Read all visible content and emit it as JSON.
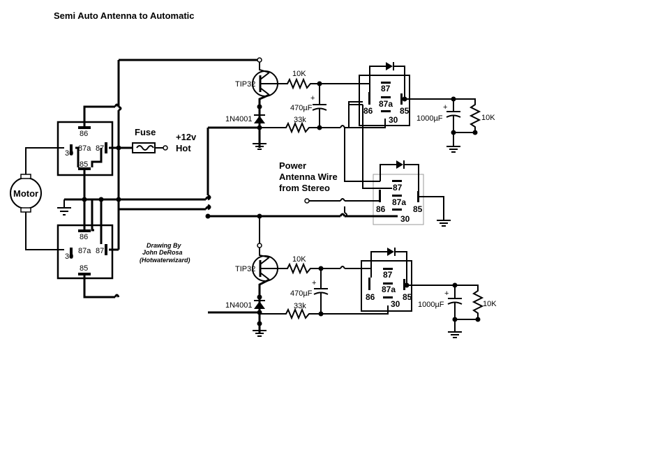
{
  "title": "Semi Auto Antenna to Automatic",
  "motor_label": "Motor",
  "fuse_label": "Fuse",
  "supply": {
    "voltage": "+12v",
    "type": "Hot"
  },
  "credit": {
    "line1": "Drawing By",
    "line2": "John DeRosa",
    "line3": "(Hotwaterwizard)"
  },
  "antenna_label": {
    "line1": "Power",
    "line2": "Antenna Wire",
    "line3": "from Stereo"
  },
  "components": {
    "transistor": "TIP32",
    "diode": "1N4001",
    "resistor_base": "10K",
    "resistor_feed": "33k",
    "cap_small": "470µF",
    "cap_big": "1000µF",
    "resistor_load": "10K"
  },
  "relay_pins": {
    "p87": "87",
    "p87a": "87a",
    "p85": "85",
    "p86": "86",
    "p30": "30"
  },
  "plus_sign": "+"
}
